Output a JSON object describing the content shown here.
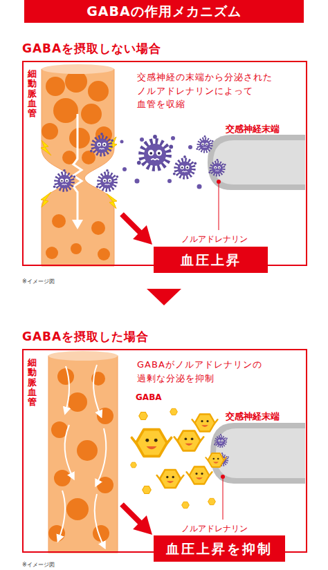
{
  "diagram": {
    "title": "GABAの作用メカニズム",
    "nodes": [
      {
        "text": [
          "GABAを摂取しない場合"
        ]
      },
      {
        "text": [
          "血圧上昇"
        ],
        "in": 0
      },
      {
        "text": [
          "GABAを摂取した場合"
        ]
      },
      {
        "text": [
          "血圧上昇を抑制"
        ],
        "in": 2
      }
    ],
    "edges": [
      {
        "from": 0,
        "to": 2,
        "arrow": "to"
      }
    ],
    "labels": [
      "細動脈血管",
      "交感神経の末端から分泌された ノルアドレナリンによって 血管を収縮",
      "交感神経末端",
      "ノルアドレナリン",
      "※イメージ図",
      "細動脈血管",
      "GABAがノルアドレナリンの 過剰な分泌を抑制",
      "GABA",
      "交感神経末端",
      "ノルアドレナリン",
      "※イメージ図"
    ]
  }
}
